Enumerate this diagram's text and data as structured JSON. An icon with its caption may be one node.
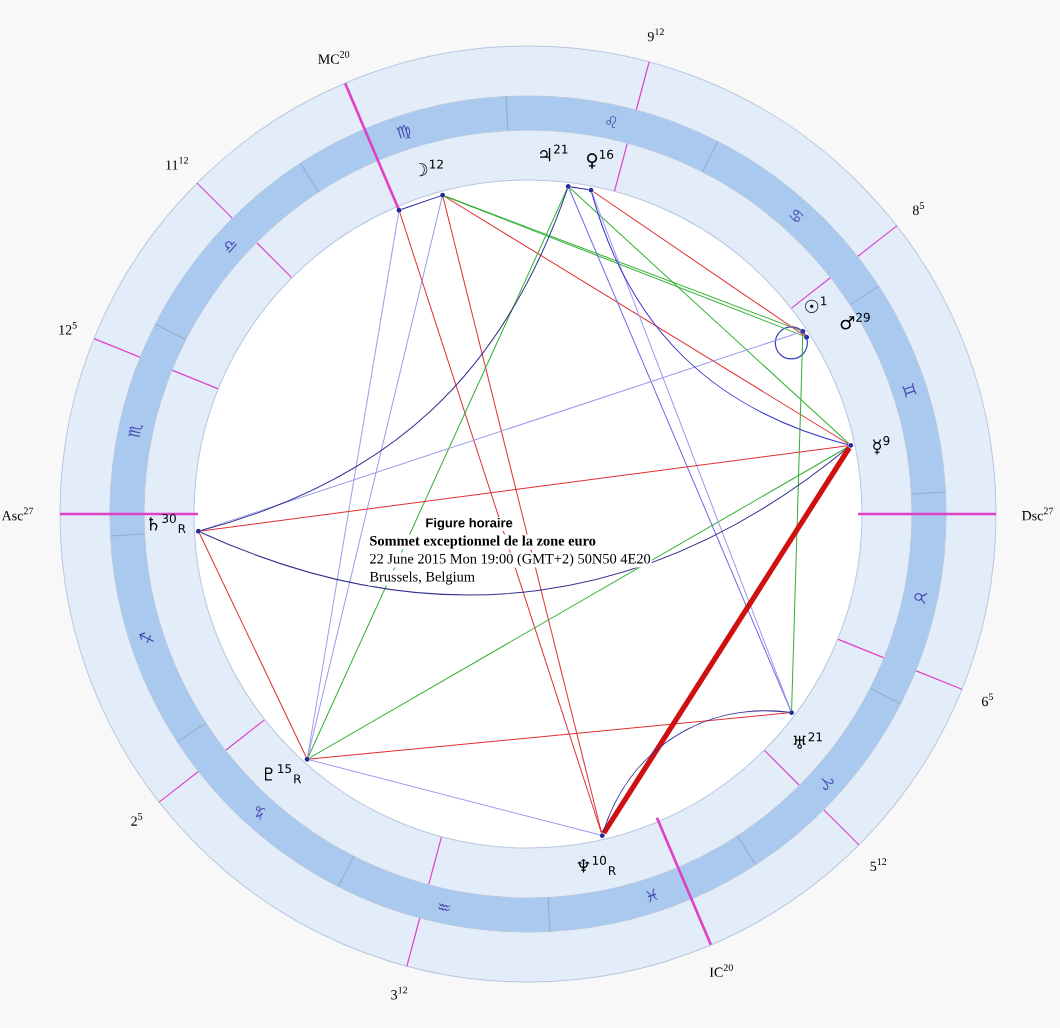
{
  "diagram": {
    "title": "Figure horaire",
    "nodes": [
      {
        "text": [],
        "shape": "point"
      },
      {
        "text": [],
        "shape": "point",
        "beside": [
          "☽$^{12}$"
        ]
      },
      {
        "text": [],
        "shape": "point",
        "beside": [
          "♃$^{21}$"
        ]
      },
      {
        "text": [],
        "shape": "point",
        "beside": [
          "♀$^{16}$"
        ]
      },
      {
        "text": [],
        "shape": "point",
        "beside": [
          "☉$^{1}$"
        ]
      },
      {
        "text": [],
        "shape": "point",
        "beside": [
          "♂$^{29}$"
        ]
      },
      {
        "text": [],
        "shape": "point",
        "beside": [
          "☿$^{9}$"
        ]
      },
      {
        "text": [],
        "shape": "point",
        "beside": [
          "♅$^{21}$"
        ]
      },
      {
        "text": [],
        "shape": "point",
        "beside": [
          "♆$^{10}$$_{R}$"
        ]
      },
      {
        "text": [],
        "shape": "point",
        "beside": [
          "♇$^{15}$$_{R}$"
        ]
      },
      {
        "text": [],
        "shape": "point",
        "beside": [
          "♄$^{30}$$_{R}$"
        ]
      }
    ],
    "edges": [
      {
        "from": 0,
        "to": 1,
        "arrow": "none",
        "color": "#2020a0"
      },
      {
        "from": 2,
        "to": 3,
        "arrow": "none",
        "color": "#2020a0"
      },
      {
        "from": 1,
        "to": 6,
        "arrow": "none"
      },
      {
        "from": 1,
        "to": 8,
        "arrow": "none"
      },
      {
        "from": 0,
        "to": 8,
        "arrow": "none"
      },
      {
        "from": 1,
        "to": 4,
        "arrow": "none",
        "color": "#30b030"
      },
      {
        "from": 1,
        "to": 5,
        "arrow": "none",
        "color": "#30b030"
      },
      {
        "from": 1,
        "to": 9,
        "arrow": "none",
        "color": "#9a9aee"
      },
      {
        "from": 0,
        "to": 9,
        "arrow": "none",
        "color": "#9a9aee"
      },
      {
        "from": 2,
        "to": 6,
        "arrow": "none",
        "color": "#30b030"
      },
      {
        "from": 2,
        "to": 9,
        "arrow": "none",
        "color": "#30b030"
      },
      {
        "from": 9,
        "to": 6,
        "arrow": "none",
        "color": "#30b030"
      },
      {
        "from": 4,
        "to": 7,
        "arrow": "none",
        "color": "#30b030"
      },
      {
        "from": 2,
        "to": 7,
        "arrow": "none",
        "color": "#6a6ae0"
      },
      {
        "from": 3,
        "to": 7,
        "arrow": "none",
        "color": "#9a9aee"
      },
      {
        "from": 3,
        "to": 5,
        "arrow": "none"
      },
      {
        "from": 10,
        "to": 9,
        "arrow": "none"
      },
      {
        "from": 10,
        "to": 6,
        "arrow": "none"
      },
      {
        "from": 10,
        "to": 4,
        "arrow": "none",
        "color": "#9a9aee"
      },
      {
        "from": 10,
        "to": 2,
        "arrow": "none",
        "color": "#303090"
      },
      {
        "from": 10,
        "to": 6,
        "arrow": "none",
        "color": "#303090"
      },
      {
        "from": 9,
        "to": 7,
        "arrow": "none"
      },
      {
        "from": 9,
        "to": 8,
        "arrow": "none",
        "color": "#9a9aee"
      },
      {
        "from": 8,
        "to": 6,
        "arrow": "none",
        "style": "thick",
        "color": "#d01010"
      },
      {
        "from": 8,
        "to": 7,
        "arrow": "none",
        "color": "#303090"
      },
      {
        "from": 3,
        "to": 6,
        "arrow": "none",
        "color": "#3a3ad0"
      }
    ],
    "labels": [
      "MC$^{20}$",
      "9$^{12}$",
      "8$^{5}$",
      "Dsc$^{27}$",
      "6$^{5}$",
      "5$^{12}$",
      "IC$^{20}$",
      "3$^{12}$",
      "2$^{5}$",
      "Asc$^{27}$",
      "12$^{5}$",
      "11$^{12}$",
      "♈",
      "♉",
      "♊",
      "♋",
      "♌",
      "♍",
      "♎",
      "♏",
      "♐",
      "♑",
      "♒",
      "♓",
      "Sommet exceptionnel de la zone euro",
      "22 June 2015  Mon  19:00 (GMT+2) 50N50  4E20",
      "Brussels, Belgium"
    ]
  }
}
